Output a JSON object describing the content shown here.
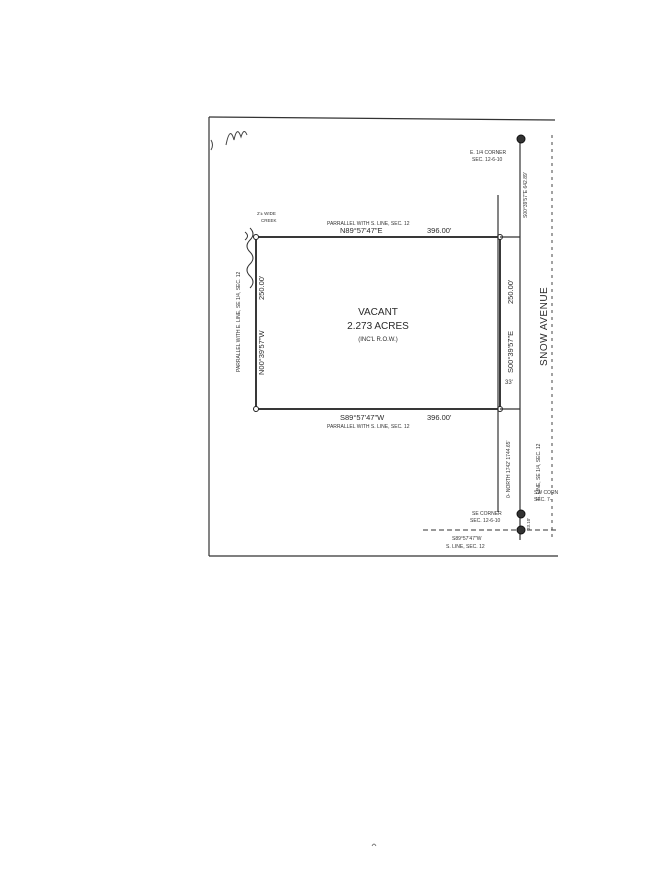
{
  "plat": {
    "parcel": {
      "title": "VACANT",
      "area": "2.273 ACRES",
      "area_note": "(INC'L R.O.W.)"
    },
    "bearings": {
      "north": "N89°57'47\"E",
      "north_distance": "396.00'",
      "south": "S89°57'47\"W",
      "south_distance": "396.00'",
      "west": "N00°39'57\"W",
      "west_distance": "250.00'",
      "east": "S00°39'57\"E",
      "east_distance": "250.00'",
      "east_upper": "S00°39'57\"E  642.89'",
      "east_lower": "0- NORTH   1742'  1744.65'",
      "section_line": "S89°57'47\"W"
    },
    "notes": {
      "north_parallel": "PARRALLEL WITH S. LINE, SEC. 12",
      "south_parallel": "PARRALLEL WITH S. LINE, SEC. 12",
      "west_parallel": "PARRALLEL WITH E. LINE, SE 1/4, SEC. 12",
      "creek_line1": "2'± WIDE",
      "creek_line2": "CREEK",
      "e_quarter_line1": "E. 1/4 CORNER",
      "e_quarter_line2": "SEC. 12-6-10",
      "se_corner_line1": "SE CORNER",
      "se_corner_line2": "SEC. 12-6-10",
      "sw_corner_line1": "SW CORN",
      "sw_corner_line2": "SEC. 7-",
      "e_line_se": "E. LINE, SE 1/4, SEC. 12",
      "s_line": "S. LINE, SEC. 12",
      "row_width": "33'",
      "small_dist": "33.10'"
    },
    "street": "SNOW AVENUE"
  }
}
